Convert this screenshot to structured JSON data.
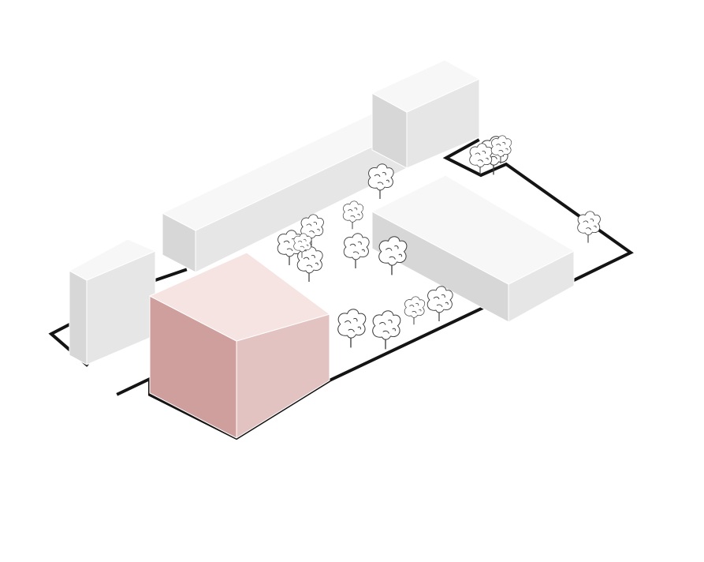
{
  "diagram": {
    "kind": "isometric site massing",
    "colors": {
      "background": "#ffffff",
      "site_outline": "#141414",
      "building_top": "#f7f7f7",
      "building_left": "#d7d7d7",
      "building_right": "#e6e6e6",
      "highlight_top": "#f6e4e3",
      "highlight_left": "#cf9f9d",
      "highlight_right": "#e3c3c1",
      "tree_stroke": "#3a3a3a"
    },
    "buildings": [
      {
        "name": "west-tower",
        "highlighted": false
      },
      {
        "name": "long-slab",
        "highlighted": false
      },
      {
        "name": "slab-end-block",
        "highlighted": false
      },
      {
        "name": "east-low-block",
        "highlighted": false
      },
      {
        "name": "proposed-cube",
        "highlighted": true
      }
    ],
    "tree_count": 16
  }
}
